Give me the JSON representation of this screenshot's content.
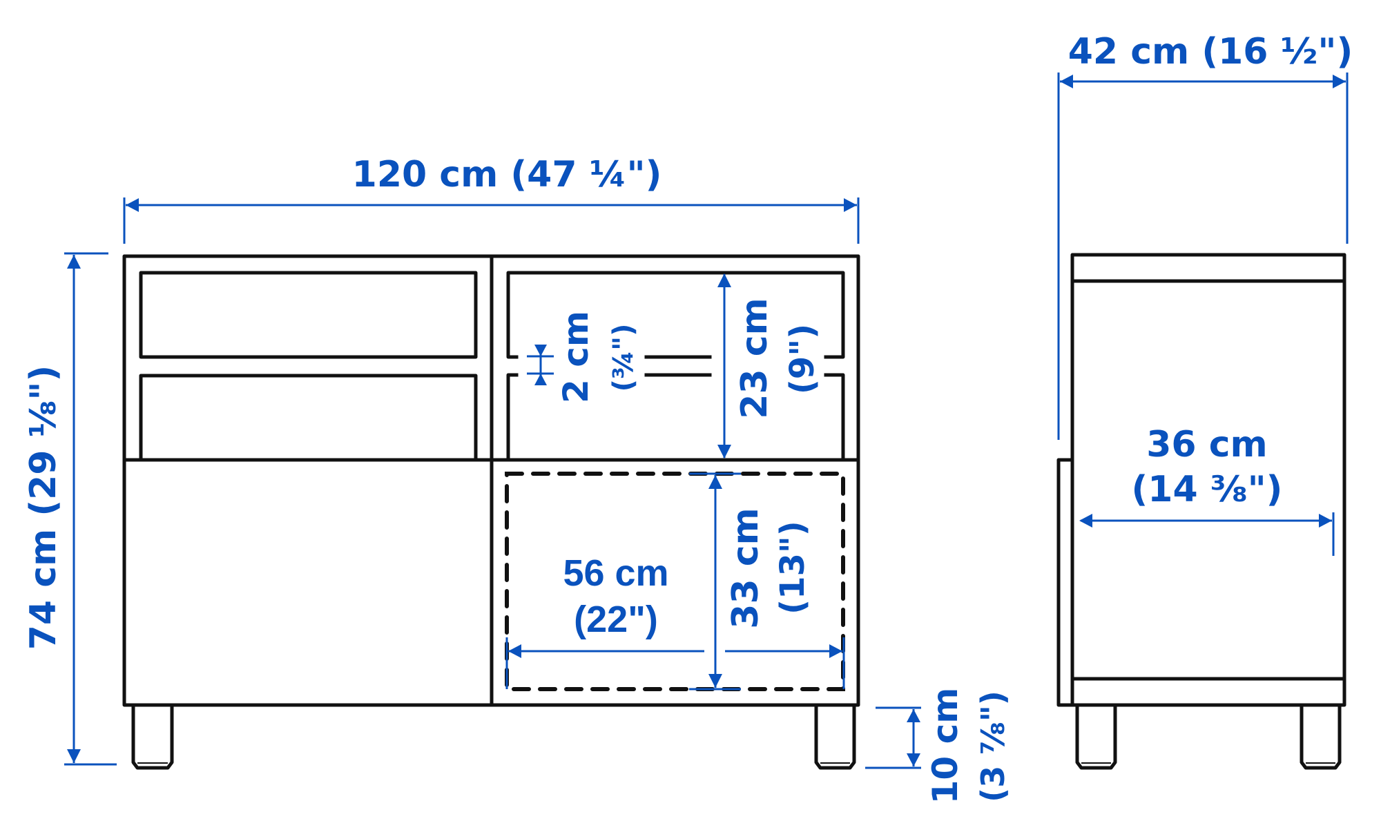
{
  "diagram": {
    "title": "Cabinet dimension drawing (front and side views)",
    "colors": {
      "dimension": "#0a52bd",
      "outline": "#111111",
      "background": "#ffffff"
    },
    "front_view": {
      "width_label": "120 cm (47 ¼\")",
      "height_label": "74 cm (29 ⅛\")",
      "drawer_gap_cm": "2 cm",
      "drawer_gap_in": "(¾\")",
      "drawer_height_cm": "23 cm",
      "drawer_height_in": "(9\")",
      "compartment_width_cm": "56 cm",
      "compartment_width_in": "(22\")",
      "compartment_height_cm": "33 cm",
      "compartment_height_in": "(13\")",
      "leg_height_cm": "10 cm",
      "leg_height_in": "(3 ⅞\")"
    },
    "side_view": {
      "depth_label": "42 cm (16 ½\")",
      "inner_depth_cm": "36 cm",
      "inner_depth_in": "(14 ⅜\")"
    }
  }
}
